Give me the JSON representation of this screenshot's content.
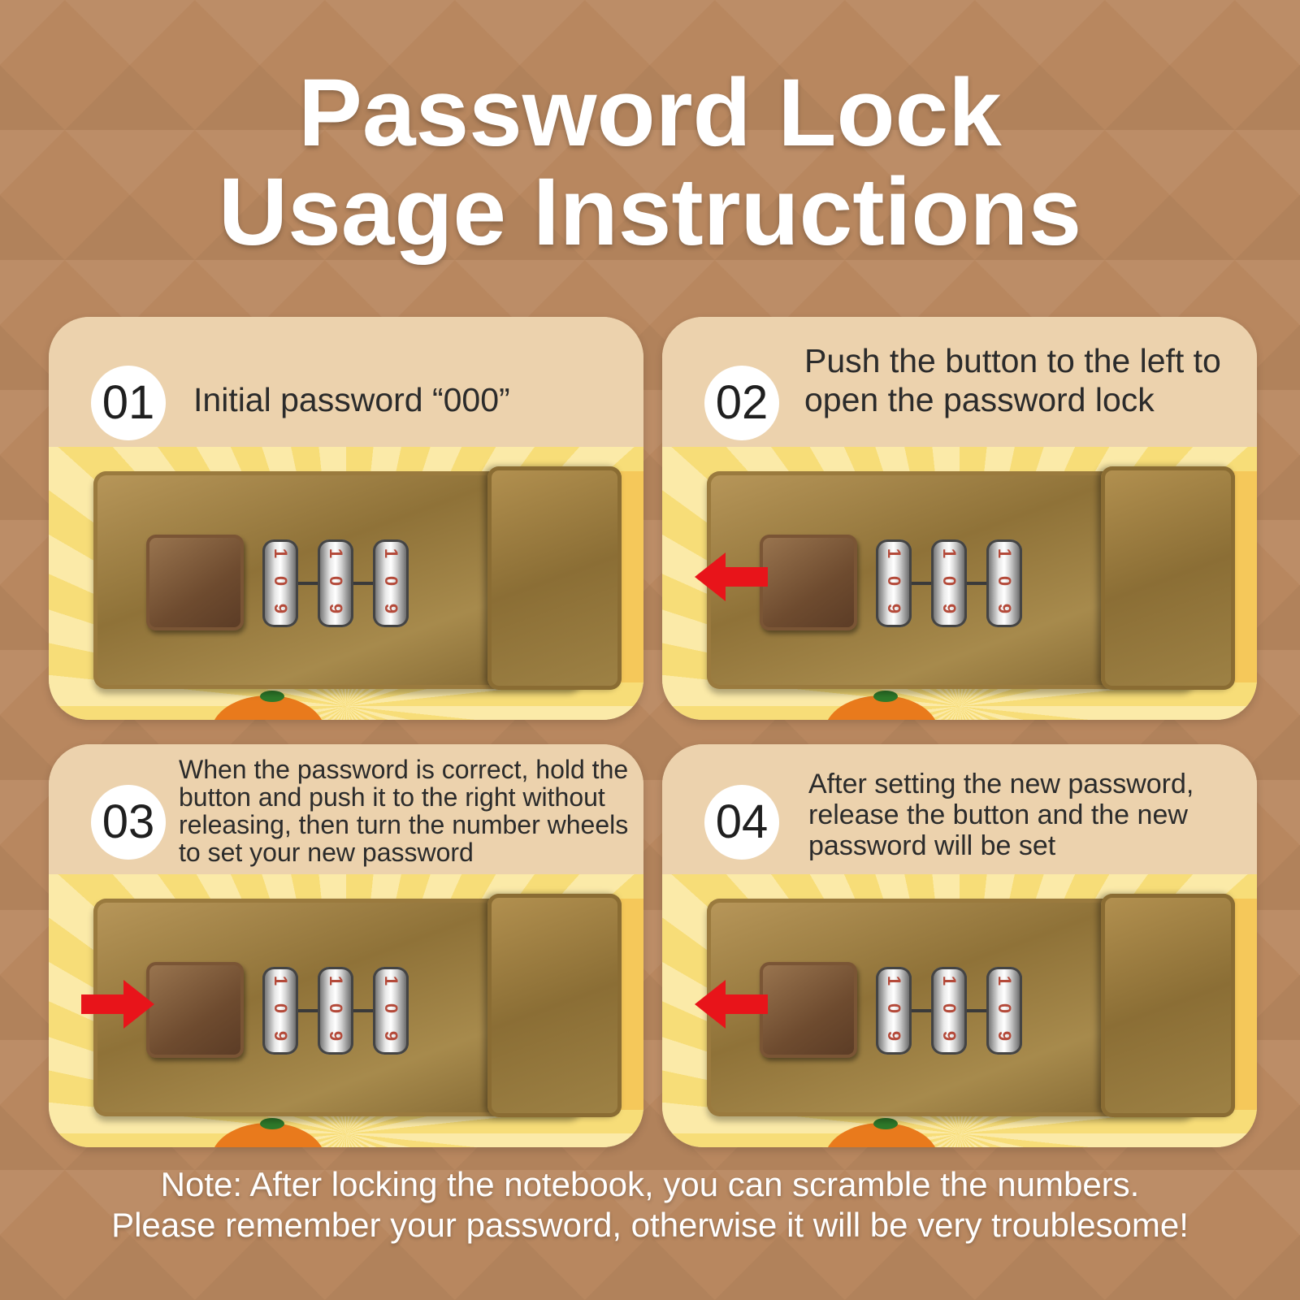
{
  "title": {
    "line1": "Password Lock",
    "line2": "Usage Instructions"
  },
  "steps": [
    {
      "number": "01",
      "text": "Initial password “000”",
      "arrow": "none",
      "wheel_digits": [
        "1",
        "0",
        "9"
      ]
    },
    {
      "number": "02",
      "text": "Push the button to the left to open the password lock",
      "arrow": "left",
      "wheel_digits": [
        "1",
        "0",
        "9"
      ]
    },
    {
      "number": "03",
      "text": "When the password is correct, hold the button and push it to the right without releasing, then turn the number wheels to set your new password",
      "arrow": "right",
      "wheel_digits": [
        "1",
        "0",
        "9"
      ]
    },
    {
      "number": "04",
      "text": "After setting the new password, release the button and the new password will be set",
      "arrow": "left",
      "wheel_digits": [
        "1",
        "0",
        "9"
      ]
    }
  ],
  "note": {
    "line1": "Note: After locking the notebook, you can scramble the numbers.",
    "line2": "Please remember your password, otherwise it will be very troublesome!"
  },
  "colors": {
    "background": "#b8875f",
    "card": "#ecd2ad",
    "arrow": "#e8141a"
  }
}
